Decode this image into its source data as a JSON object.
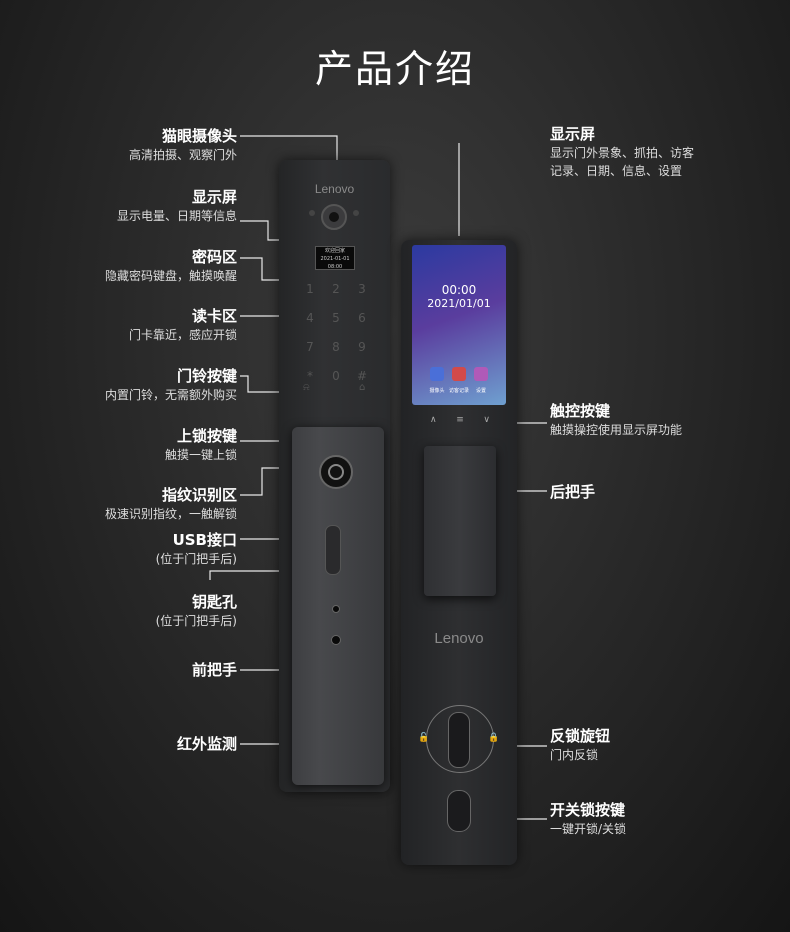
{
  "title": "产品介绍",
  "brand": "Lenovo",
  "left_labels": [
    {
      "title": "猫眼摄像头",
      "sub": "高清拍摄、观察门外"
    },
    {
      "title": "显示屏",
      "sub": "显示电量、日期等信息"
    },
    {
      "title": "密码区",
      "sub": "隐藏密码键盘，触摸唤醒"
    },
    {
      "title": "读卡区",
      "sub": "门卡靠近，感应开锁"
    },
    {
      "title": "门铃按键",
      "sub": "内置门铃，无需额外购买"
    },
    {
      "title": "上锁按键",
      "sub": "触摸一键上锁"
    },
    {
      "title": "指纹识别区",
      "sub": "极速识别指纹，一触解锁"
    },
    {
      "title": "USB接口",
      "sub": "(位于门把手后)"
    },
    {
      "title": "钥匙孔",
      "sub": "(位于门把手后)"
    },
    {
      "title": "前把手",
      "sub": ""
    },
    {
      "title": "红外监测",
      "sub": ""
    }
  ],
  "right_labels": [
    {
      "title": "显示屏",
      "sub": "显示门外景象、抓拍、访客",
      "sub2": "记录、日期、信息、设置"
    },
    {
      "title": "触控按键",
      "sub": "触摸操控使用显示屏功能",
      "sub2": ""
    },
    {
      "title": "后把手",
      "sub": "",
      "sub2": ""
    },
    {
      "title": "反锁旋钮",
      "sub": "门内反锁",
      "sub2": ""
    },
    {
      "title": "开关锁按键",
      "sub": "一键开锁/关锁",
      "sub2": ""
    }
  ],
  "front_screen": {
    "line1": "欢迎回家",
    "line2": "2021-01-01 08:00"
  },
  "keypad": [
    "1",
    "2",
    "3",
    "4",
    "5",
    "6",
    "7",
    "8",
    "9",
    "*",
    "0",
    "#"
  ],
  "back_screen": {
    "time": "00:00",
    "date": "2021/01/01",
    "icons": [
      {
        "label": "摄像头",
        "color": "#4a6fd8"
      },
      {
        "label": "访客记录",
        "color": "#d24a4a"
      },
      {
        "label": "设置",
        "color": "#b05ab8"
      }
    ]
  },
  "touch_keys": [
    "∧",
    "≡",
    "∨"
  ]
}
